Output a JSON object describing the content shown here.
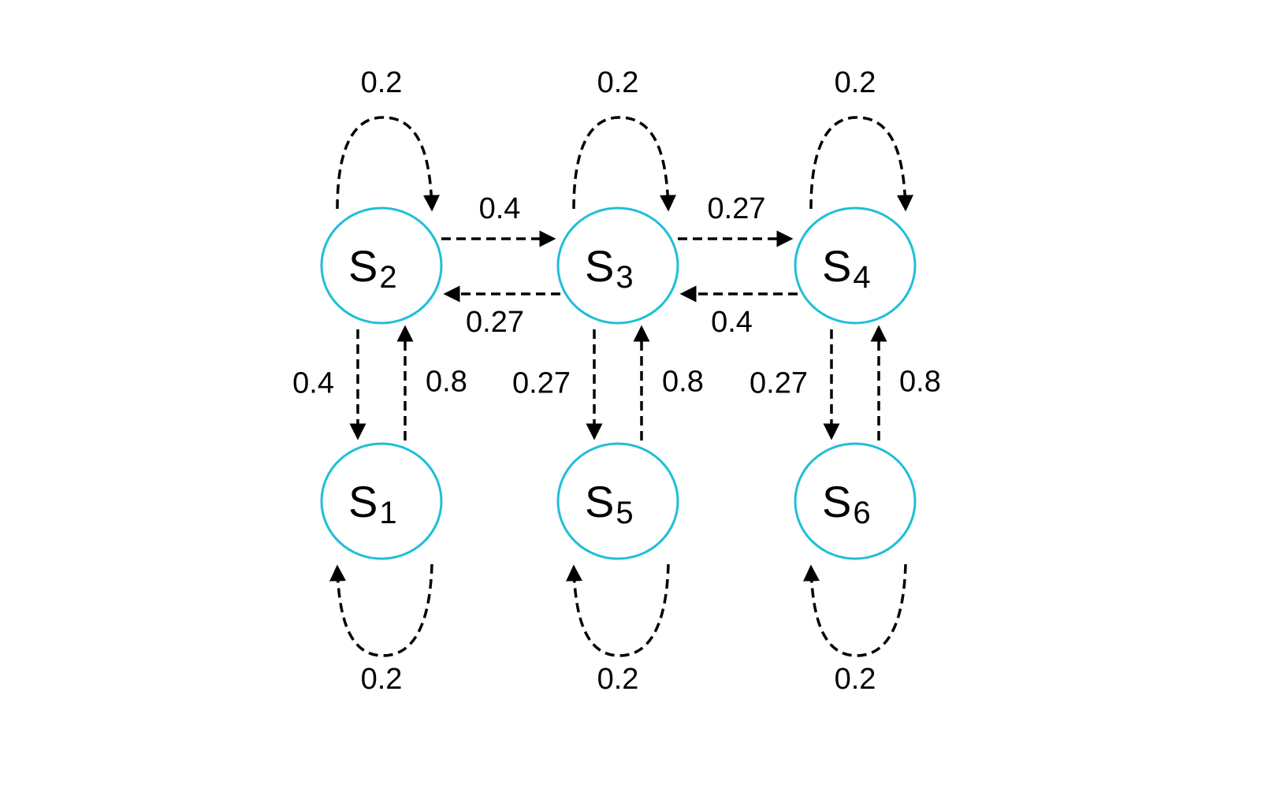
{
  "colors": {
    "node_stroke": "#1fbfd8",
    "edge": "#000000"
  },
  "nodes": [
    {
      "id": "s1",
      "letter": "S",
      "index": "1"
    },
    {
      "id": "s2",
      "letter": "S",
      "index": "2"
    },
    {
      "id": "s3",
      "letter": "S",
      "index": "3"
    },
    {
      "id": "s4",
      "letter": "S",
      "index": "4"
    },
    {
      "id": "s5",
      "letter": "S",
      "index": "5"
    },
    {
      "id": "s6",
      "letter": "S",
      "index": "6"
    }
  ],
  "edges": [
    {
      "from": "s2",
      "to": "s2",
      "label": "0.2"
    },
    {
      "from": "s3",
      "to": "s3",
      "label": "0.2"
    },
    {
      "from": "s4",
      "to": "s4",
      "label": "0.2"
    },
    {
      "from": "s1",
      "to": "s1",
      "label": "0.2"
    },
    {
      "from": "s5",
      "to": "s5",
      "label": "0.2"
    },
    {
      "from": "s6",
      "to": "s6",
      "label": "0.2"
    },
    {
      "from": "s2",
      "to": "s3",
      "label": "0.4"
    },
    {
      "from": "s3",
      "to": "s2",
      "label": "0.27"
    },
    {
      "from": "s3",
      "to": "s4",
      "label": "0.27"
    },
    {
      "from": "s4",
      "to": "s3",
      "label": "0.4"
    },
    {
      "from": "s2",
      "to": "s1",
      "label": "0.4"
    },
    {
      "from": "s1",
      "to": "s2",
      "label": "0.8"
    },
    {
      "from": "s3",
      "to": "s5",
      "label": "0.27"
    },
    {
      "from": "s5",
      "to": "s3",
      "label": "0.8"
    },
    {
      "from": "s4",
      "to": "s6",
      "label": "0.27"
    },
    {
      "from": "s6",
      "to": "s4",
      "label": "0.8"
    }
  ]
}
